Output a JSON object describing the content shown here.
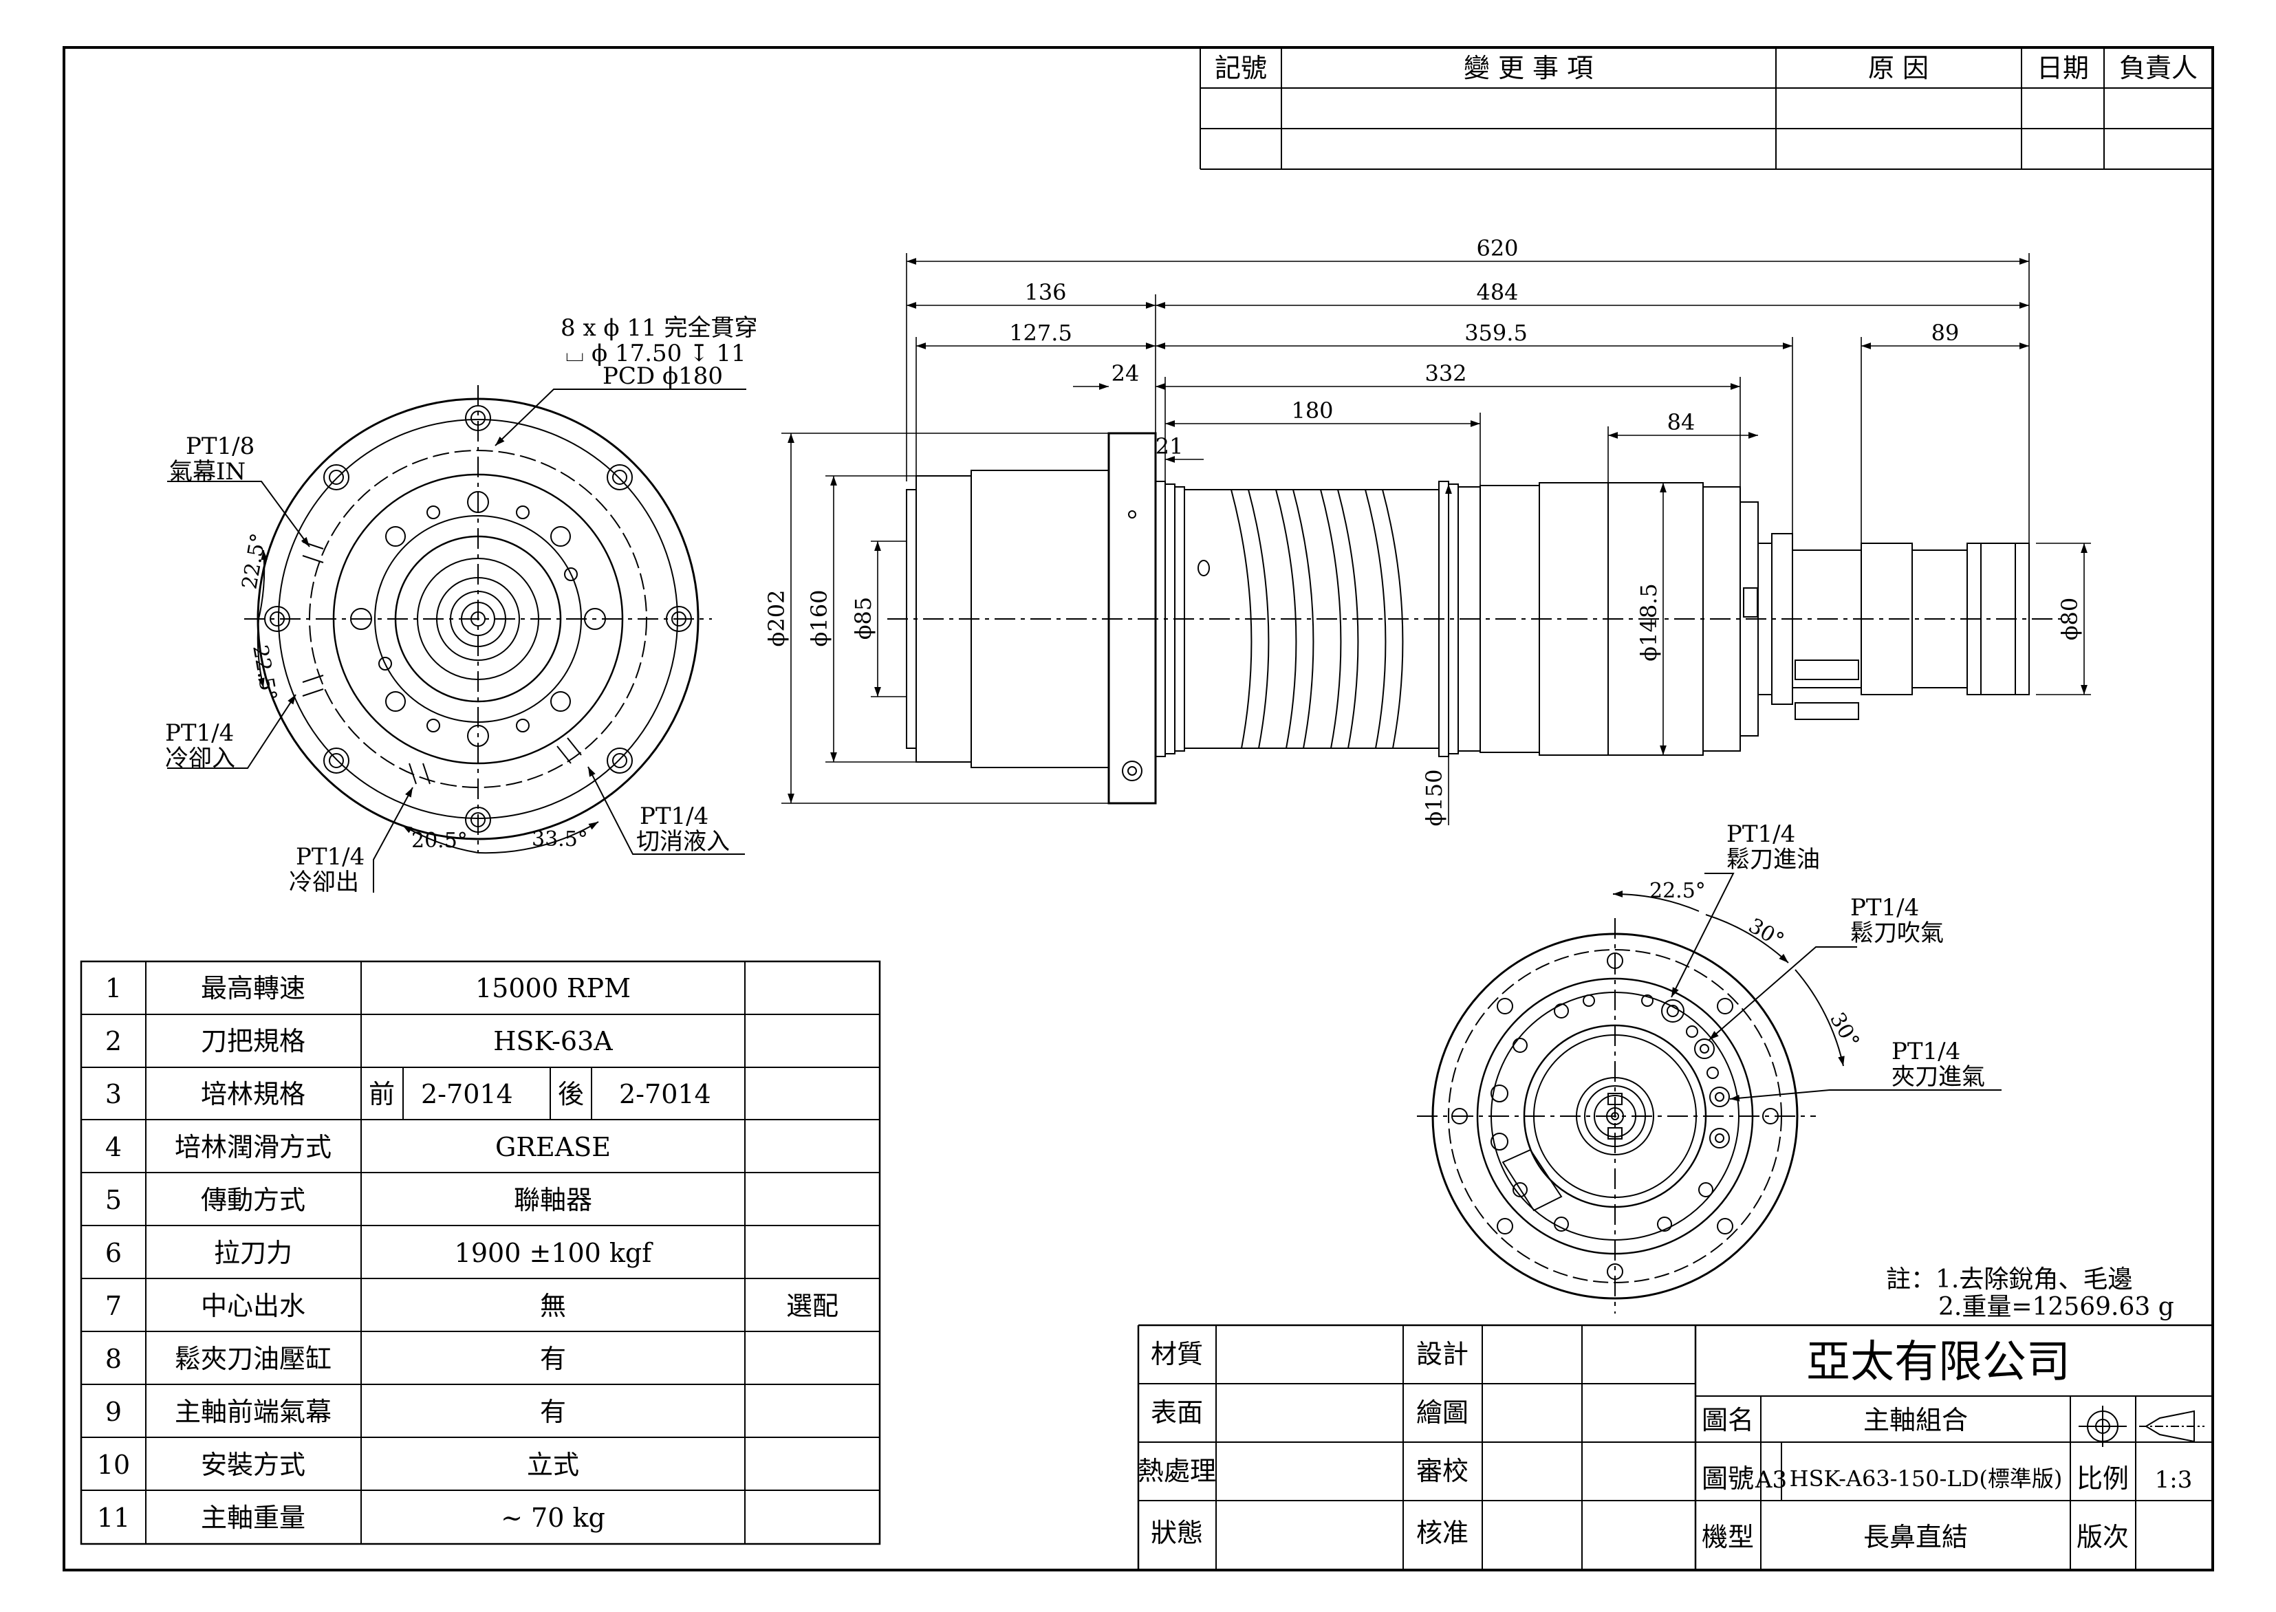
{
  "revision_table": {
    "headers": [
      "記號",
      "變 更 事 項",
      "原 因",
      "日期",
      "負責人"
    ]
  },
  "front_view": {
    "hole_note": [
      "8 x ϕ 11 完全貫穿",
      "⌴ ϕ 17.50 ↧ 11",
      "PCD ϕ180"
    ],
    "port_air_curtain": [
      "PT1/8",
      "氣幕IN"
    ],
    "port_cool_in": [
      "PT1/4",
      "冷卻入"
    ],
    "port_cool_out": [
      "PT1/4",
      "冷卻出"
    ],
    "port_cut_in": [
      "PT1/4",
      "切消液入"
    ],
    "angles": [
      "22.5°",
      "22.5°",
      "20.5°",
      "33.5°"
    ]
  },
  "side_view": {
    "dims_h": [
      "620",
      "136",
      "484",
      "127.5",
      "359.5",
      "89",
      "24",
      "332",
      "180",
      "84",
      "21"
    ],
    "dims_d": [
      "ϕ202",
      "ϕ160",
      "ϕ85",
      "ϕ148.5",
      "ϕ150",
      "ϕ80"
    ]
  },
  "rear_view": {
    "port_release_oil": [
      "PT1/4",
      "鬆刀進油"
    ],
    "port_release_air": [
      "PT1/4",
      "鬆刀吹氣"
    ],
    "port_clamp_air": [
      "PT1/4",
      "夾刀進氣"
    ],
    "angles": [
      "22.5°",
      "30°",
      "30°"
    ]
  },
  "spec_table": {
    "rows": [
      {
        "no": "1",
        "item": "最高轉速",
        "value": "15000 RPM",
        "note": ""
      },
      {
        "no": "2",
        "item": "刀把規格",
        "value": "HSK-63A",
        "note": ""
      },
      {
        "no": "3",
        "item": "培林規格",
        "front_label": "前",
        "front_value": "2-7014",
        "rear_label": "後",
        "rear_value": "2-7014",
        "note": ""
      },
      {
        "no": "4",
        "item": "培林潤滑方式",
        "value": "GREASE",
        "note": ""
      },
      {
        "no": "5",
        "item": "傳動方式",
        "value": "聯軸器",
        "note": ""
      },
      {
        "no": "6",
        "item": "拉刀力",
        "value": "1900 ±100 kgf",
        "note": ""
      },
      {
        "no": "7",
        "item": "中心出水",
        "value": "無",
        "note": "選配"
      },
      {
        "no": "8",
        "item": "鬆夾刀油壓缸",
        "value": "有",
        "note": ""
      },
      {
        "no": "9",
        "item": "主軸前端氣幕",
        "value": "有",
        "note": ""
      },
      {
        "no": "10",
        "item": "安裝方式",
        "value": "立式",
        "note": ""
      },
      {
        "no": "11",
        "item": "主軸重量",
        "value": "~ 70 kg",
        "note": ""
      }
    ]
  },
  "notes": [
    "註：1.去除銳角、毛邊",
    "2.重量=12569.63 g"
  ],
  "title_block": {
    "material_label": "材質",
    "surface_label": "表面",
    "heat_label": "熱處理",
    "state_label": "狀態",
    "design_label": "設計",
    "draw_label": "繪圖",
    "check_label": "審校",
    "approve_label": "核准",
    "company": "亞太有限公司",
    "drawing_name_label": "圖名",
    "drawing_name": "主軸組合",
    "drawing_no_label": "圖號",
    "sheet_size": "A3",
    "drawing_no": "HSK-A63-150-LD(標準版)",
    "scale_label": "比例",
    "scale": "1:3",
    "model_label": "機型",
    "model": "長鼻直結",
    "version_label": "版次"
  }
}
